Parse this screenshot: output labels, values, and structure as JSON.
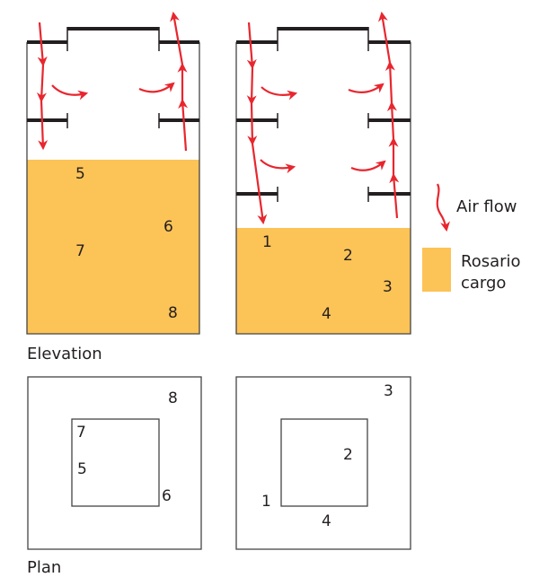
{
  "colors": {
    "cargo": "#fcc357",
    "airflow": "#e8262e",
    "line": "#231f20"
  },
  "elevation": {
    "caption": "Elevation",
    "left_hold_points": [
      "5",
      "6",
      "7",
      "8"
    ],
    "right_hold_points": [
      "1",
      "2",
      "3",
      "4"
    ]
  },
  "plan": {
    "caption": "Plan",
    "left_hold_points": [
      "8",
      "7",
      "5",
      "6"
    ],
    "right_hold_points": [
      "3",
      "2",
      "1",
      "4"
    ]
  },
  "legend": {
    "airflow_label": "Air flow",
    "cargo_label_line1": "Rosario",
    "cargo_label_line2": "cargo"
  }
}
